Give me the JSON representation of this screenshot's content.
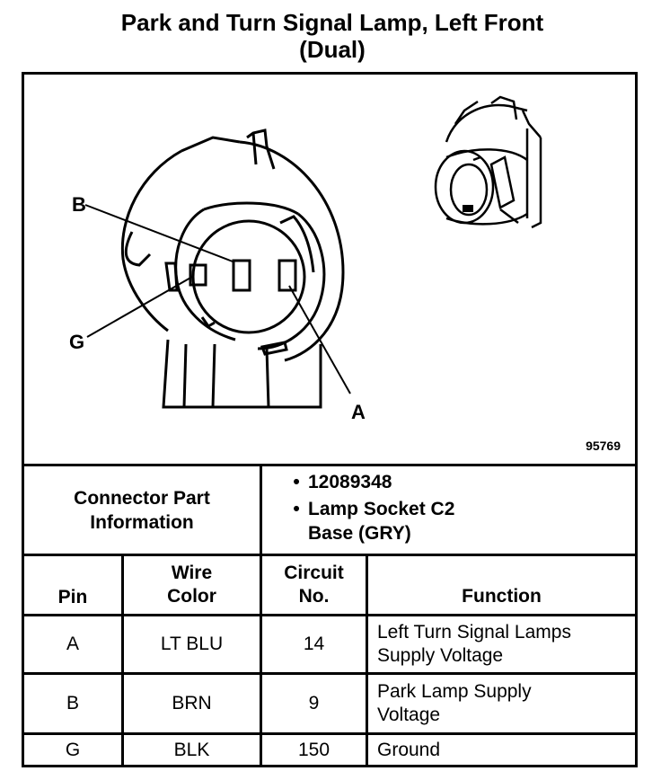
{
  "title": {
    "line1": "Park and Turn Signal Lamp, Left Front",
    "line2": "(Dual)"
  },
  "diagram": {
    "pin_labels": {
      "B": "B",
      "G": "G",
      "A": "A"
    },
    "figure_number": "95769"
  },
  "connector_info": {
    "label_line1": "Connector Part",
    "label_line2": "Information",
    "items": [
      {
        "bullet": "•",
        "lines": [
          "12089348"
        ]
      },
      {
        "bullet": "•",
        "lines": [
          "Lamp Socket C2",
          "Base (GRY)"
        ]
      }
    ]
  },
  "table": {
    "headers": {
      "pin": "Pin",
      "wire_color_line1": "Wire",
      "wire_color_line2": "Color",
      "circuit_line1": "Circuit",
      "circuit_line2": "No.",
      "function": "Function"
    },
    "rows": [
      {
        "pin": "A",
        "wire_color": "LT BLU",
        "circuit": "14",
        "function_line1": "Left Turn Signal Lamps",
        "function_line2": "Supply Voltage"
      },
      {
        "pin": "B",
        "wire_color": "BRN",
        "circuit": "9",
        "function_line1": "Park Lamp Supply",
        "function_line2": "Voltage"
      },
      {
        "pin": "G",
        "wire_color": "BLK",
        "circuit": "150",
        "function_line1": "Ground",
        "function_line2": ""
      }
    ]
  }
}
